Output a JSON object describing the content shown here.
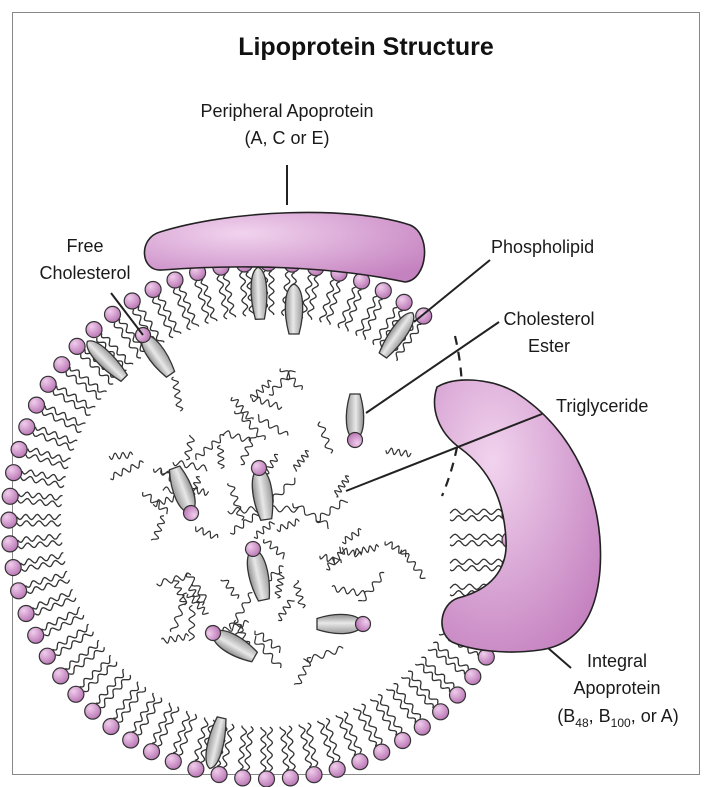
{
  "title": "Lipoprotein Structure",
  "labels": {
    "peripheral_apoprotein": "Peripheral Apoprotein",
    "peripheral_types": "(A, C or E)",
    "free_cholesterol_1": "Free",
    "free_cholesterol_2": "Cholesterol",
    "phospholipid": "Phospholipid",
    "cholesterol_ester_1": "Cholesterol",
    "cholesterol_ester_2": "Ester",
    "triglyceride": "Triglyceride",
    "integral_apoprotein_1": "Integral",
    "integral_apoprotein_2": "Apoprotein",
    "integral_types_b": "(B",
    "integral_types_48": "48",
    "integral_types_mid": ", B",
    "integral_types_100": "100",
    "integral_types_end": ", or A)"
  },
  "colors": {
    "protein": "#d9a2d4",
    "head": "#c98cc6",
    "cholesterol": "#c8c8c8",
    "line": "#222222"
  }
}
